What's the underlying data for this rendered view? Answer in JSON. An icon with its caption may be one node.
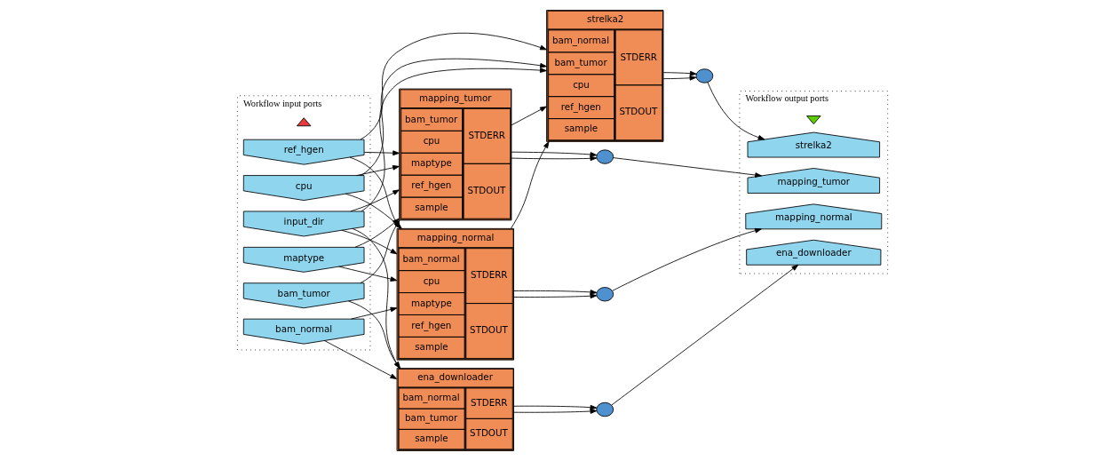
{
  "diagram": {
    "nodes": [
      {
        "text": [
          "Workflow input ports"
        ]
      },
      {
        "text": [],
        "shape": "triangle",
        "in": 0
      },
      {
        "text": [
          "bam_normal"
        ],
        "in": 0
      },
      {
        "text": [
          "bam_tumor"
        ],
        "in": 0
      },
      {
        "text": [
          "input_dir"
        ],
        "in": 0
      },
      {
        "text": [
          "cpu"
        ],
        "in": 0
      },
      {
        "text": [
          "maptype"
        ],
        "in": 0
      },
      {
        "text": [
          "ref_hgen"
        ],
        "in": 0
      },
      {
        "text": [
          "ena_downloader",
          "bam_normal",
          "bam_tumor",
          "sample",
          "STDERR",
          "STDOUT"
        ]
      },
      {
        "text": [
          "mapping_normal",
          "bam_normal",
          "cpu",
          "maptype",
          "ref_hgen",
          "sample",
          "STDERR",
          "STDOUT"
        ]
      },
      {
        "text": [
          "mapping_tumor",
          "bam_tumor",
          "cpu",
          "maptype",
          "ref_hgen",
          "sample",
          "STDERR",
          "STDOUT"
        ]
      },
      {
        "text": [
          "strelka2",
          "bam_normal",
          "bam_tumor",
          "cpu",
          "ref_hgen",
          "sample",
          "STDERR",
          "STDOUT"
        ]
      },
      {
        "text": [
          "Workflow output ports"
        ]
      },
      {
        "text": [],
        "shape": "triangle",
        "in": 12
      },
      {
        "text": [
          "ena_downloader"
        ],
        "in": 12
      },
      {
        "text": [
          "strelka2"
        ],
        "in": 12
      },
      {
        "text": [
          "mapping_normal"
        ],
        "in": 12
      },
      {
        "text": [
          "mapping_tumor"
        ],
        "in": 12
      },
      {
        "text": [],
        "shape": "circle"
      },
      {
        "text": [],
        "shape": "circle"
      },
      {
        "text": [],
        "shape": "circle"
      },
      {
        "text": [],
        "shape": "circle"
      }
    ],
    "edges": [
      {
        "from": 2,
        "to": 8,
        "arrow": "to"
      },
      {
        "from": 3,
        "to": 8,
        "arrow": "to"
      },
      {
        "from": 4,
        "to": 8,
        "arrow": "to"
      },
      {
        "from": 2,
        "to": 9,
        "arrow": "to"
      },
      {
        "from": 5,
        "to": 9,
        "arrow": "to"
      },
      {
        "from": 6,
        "to": 9,
        "arrow": "to"
      },
      {
        "from": 7,
        "to": 9,
        "arrow": "to"
      },
      {
        "from": 4,
        "to": 9,
        "arrow": "to"
      },
      {
        "from": 3,
        "to": 10,
        "arrow": "to"
      },
      {
        "from": 5,
        "to": 10,
        "arrow": "to"
      },
      {
        "from": 6,
        "to": 10,
        "arrow": "to"
      },
      {
        "from": 7,
        "to": 10,
        "arrow": "to"
      },
      {
        "from": 4,
        "to": 10,
        "arrow": "to"
      },
      {
        "from": 8,
        "to": 18,
        "arrow": "to"
      },
      {
        "from": 8,
        "to": 18,
        "arrow": "to"
      },
      {
        "from": 18,
        "to": 14,
        "arrow": "to"
      },
      {
        "from": 9,
        "to": 11,
        "arrow": "to"
      },
      {
        "from": 10,
        "to": 11,
        "arrow": "to"
      },
      {
        "from": 5,
        "to": 11,
        "arrow": "to"
      },
      {
        "from": 7,
        "to": 11,
        "arrow": "to"
      },
      {
        "from": 4,
        "to": 11,
        "arrow": "to"
      },
      {
        "from": 11,
        "to": 19,
        "arrow": "to"
      },
      {
        "from": 11,
        "to": 19,
        "arrow": "to"
      },
      {
        "from": 19,
        "to": 15,
        "arrow": "to"
      },
      {
        "from": 9,
        "to": 20,
        "arrow": "to"
      },
      {
        "from": 9,
        "to": 20,
        "arrow": "to"
      },
      {
        "from": 20,
        "to": 16,
        "arrow": "to"
      },
      {
        "from": 10,
        "to": 21,
        "arrow": "to"
      },
      {
        "from": 10,
        "to": 21,
        "arrow": "to"
      },
      {
        "from": 21,
        "to": 17,
        "arrow": "to"
      }
    ]
  }
}
